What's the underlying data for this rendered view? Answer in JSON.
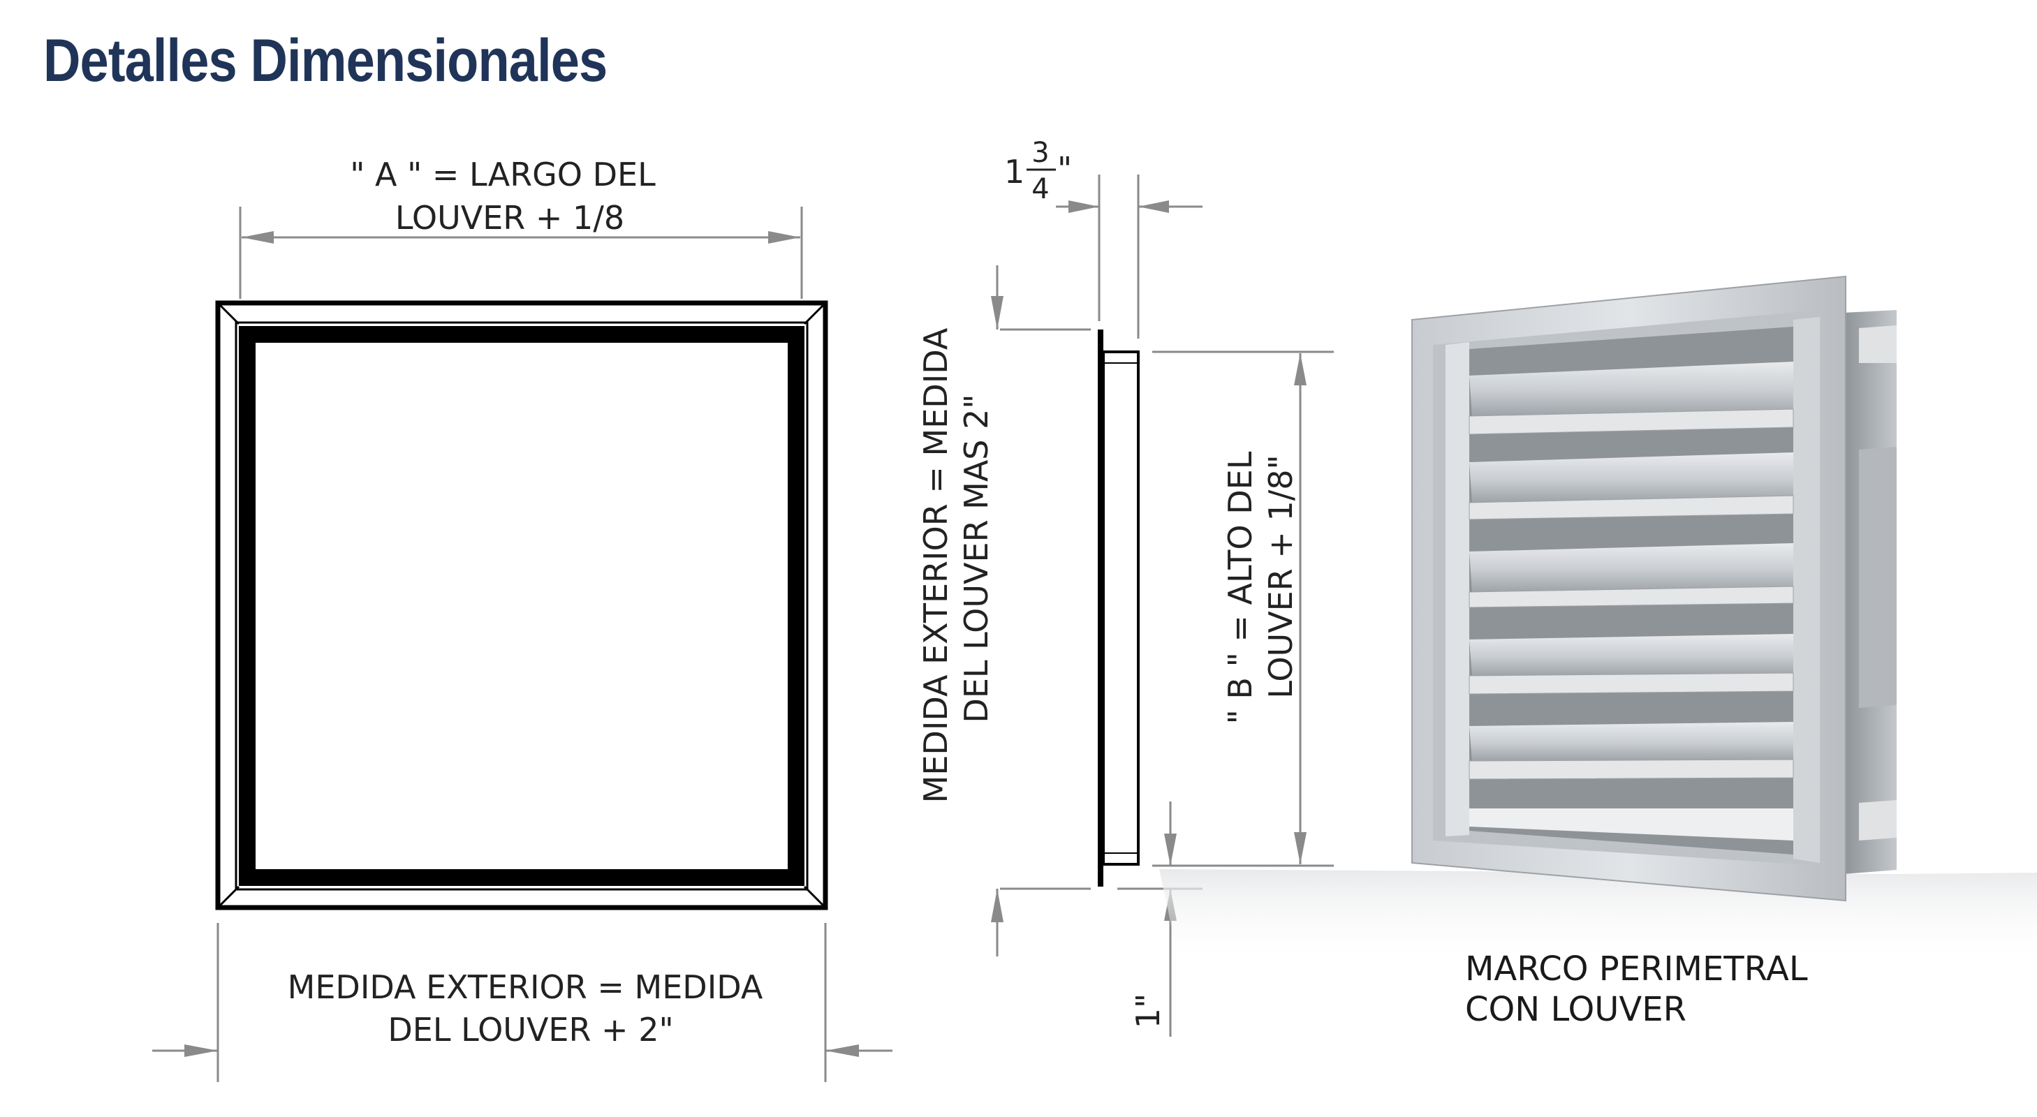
{
  "title": "Detalles Dimensionales",
  "labels": {
    "top_a_line1": "\" A \" = LARGO DEL",
    "top_a_line2": "LOUVER  +  1/8",
    "bottom_line1": "MEDIDA EXTERIOR = MEDIDA",
    "bottom_line2": "DEL LOUVER +  2\"",
    "side_ext_line1": "MEDIDA EXTERIOR = MEDIDA",
    "side_ext_line2": "DEL LOUVER MAS 2\"",
    "b_line1": "\" B \"  =  ALTO DEL",
    "b_line2": "LOUVER  + 1/8\"",
    "depth_whole": "1",
    "depth_num": "3",
    "depth_den": "4",
    "depth_unit": "\"",
    "flange": "1\"",
    "caption_line1": "MARCO PERIMETRAL",
    "caption_line2": "CON LOUVER"
  },
  "colors": {
    "title": "#1f3458",
    "line": "#000000",
    "dimension": "#8a8a8a",
    "metal_light": "#d6d9dc",
    "metal_dark": "#a3a7ab"
  }
}
